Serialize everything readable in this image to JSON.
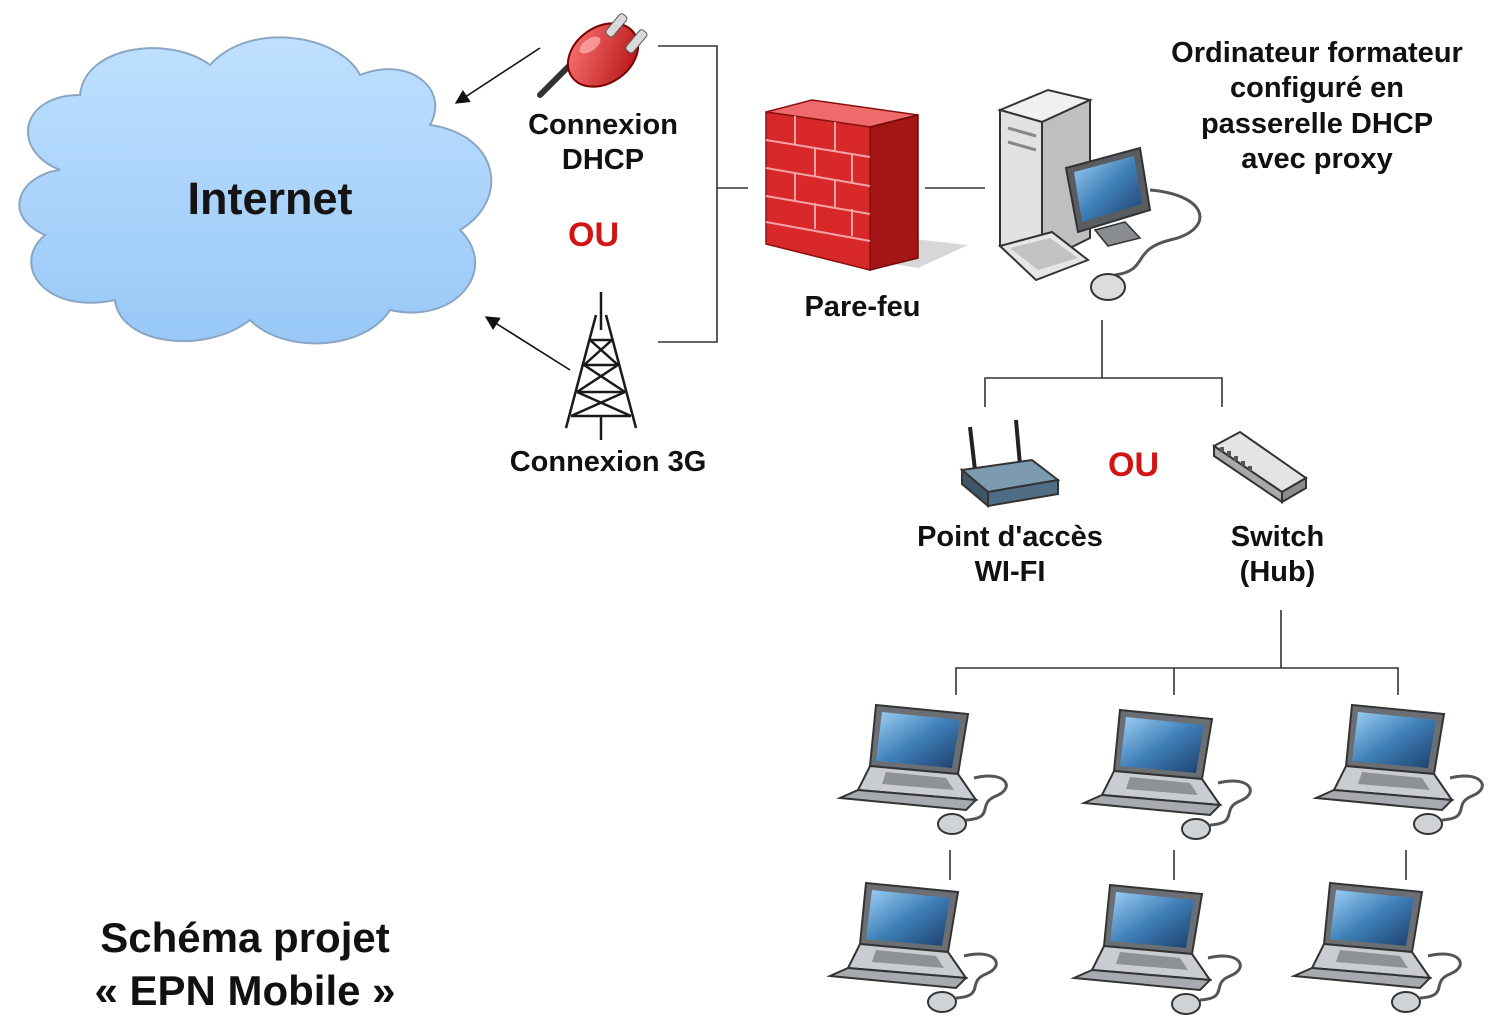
{
  "internet_label": "Internet",
  "connection_dhcp": [
    "Connexion",
    "DHCP"
  ],
  "connection_or": "OU",
  "connection_3g": "Connexion 3G",
  "firewall_label": "Pare-feu",
  "server_label": [
    "Ordinateur formateur",
    "configuré en",
    "passerelle DHCP",
    "avec proxy"
  ],
  "access_or": "OU",
  "wifi_label": [
    "Point d'accès",
    "WI-FI"
  ],
  "switch_label": [
    "Switch",
    "(Hub)"
  ],
  "project_title": [
    "Schéma projet",
    "« EPN Mobile »"
  ],
  "colors": {
    "cloud": "#a9d3fb",
    "cloud_stroke": "#8aa6c4",
    "firewall": "#d8282a",
    "or_text": "#d11414"
  },
  "laptop_count": 6
}
